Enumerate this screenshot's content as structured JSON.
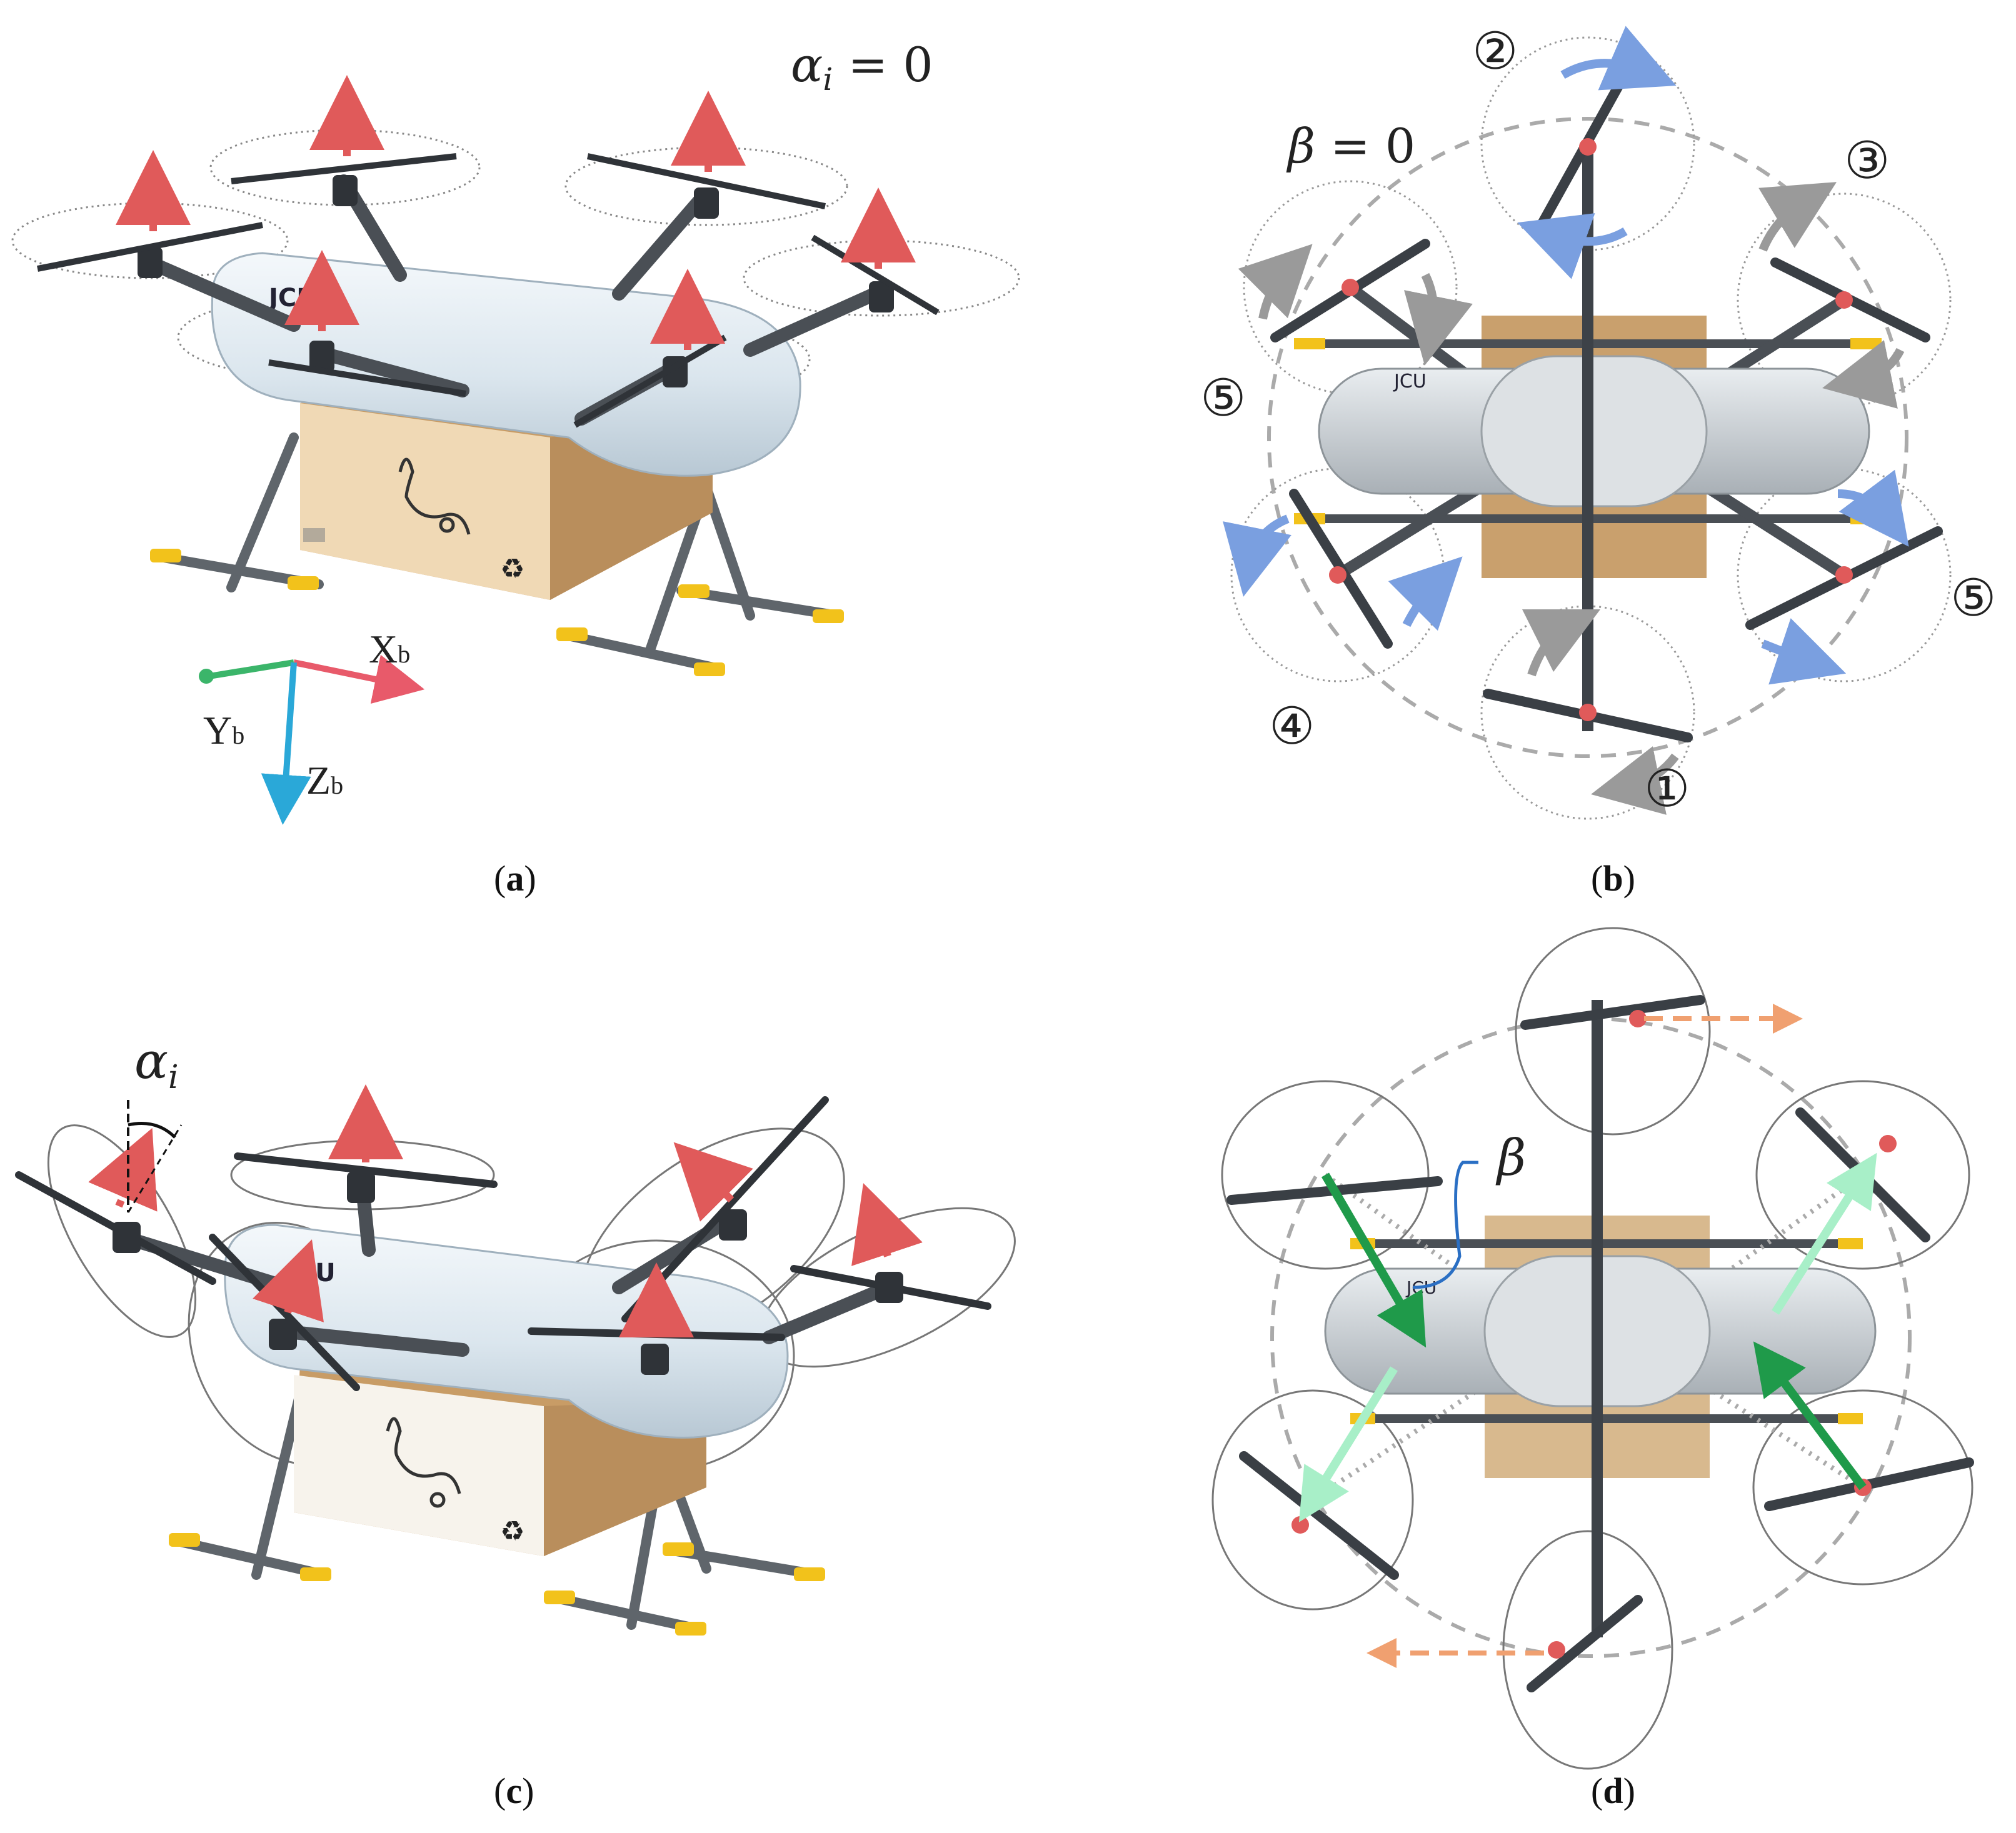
{
  "panels": {
    "a": {
      "label_open": "(",
      "label_letter": "a",
      "label_close": ")",
      "equation": "α_i = 0",
      "axes": {
        "x": "X",
        "x_sub": "b",
        "y": "Y",
        "y_sub": "b",
        "z": "Z",
        "z_sub": "b"
      }
    },
    "b": {
      "label_open": "(",
      "label_letter": "b",
      "label_close": ")",
      "equation": "β = 0",
      "rotor_numbers": [
        "①",
        "②",
        "③",
        "④",
        "⑤",
        "⑤"
      ]
    },
    "c": {
      "label_open": "(",
      "label_letter": "c",
      "label_close": ")",
      "angle_symbol": "α",
      "angle_sub": "i"
    },
    "d": {
      "label_open": "(",
      "label_letter": "d",
      "label_close": ")",
      "angle_symbol": "β"
    }
  },
  "colors": {
    "thrust_arrow": "#e05a5a",
    "body": "#dfe8ef",
    "box": "#d6b48a",
    "arm": "#555a60",
    "leg_tip": "#f2c21b",
    "rotation_blue": "#7a9fe0",
    "rotation_gray": "#9a9a9a",
    "vector_dark_green": "#1f9a4a",
    "vector_light_green": "#a8efc8",
    "orange_dashed": "#f0a070",
    "axis_x": "#e85a6a",
    "axis_y": "#3bb56a",
    "axis_z": "#2aa8d8"
  }
}
